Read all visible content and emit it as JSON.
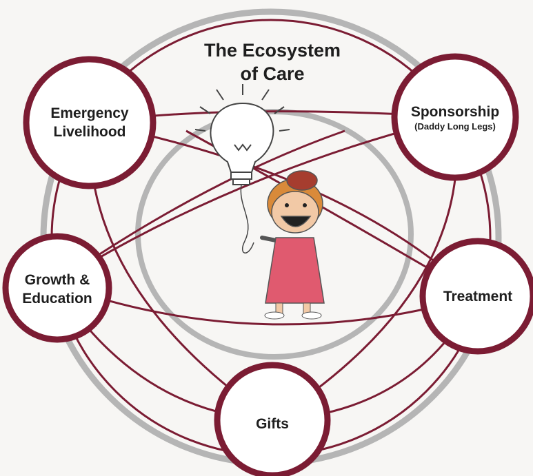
{
  "title_line1": "The Ecosystem",
  "title_line2": "of Care",
  "nodes": {
    "emergency": {
      "line1": "Emergency",
      "line2": "Livelihood"
    },
    "sponsorship": {
      "line1": "Sponsorship",
      "line2": "(Daddy Long Legs)"
    },
    "growth": {
      "line1": "Growth &",
      "line2": "Education"
    },
    "treatment": {
      "line1": "Treatment"
    },
    "gifts": {
      "line1": "Gifts"
    }
  },
  "colors": {
    "node_border": "#7b1c33",
    "connector": "#7b1c33",
    "outer_ring": "#b5b5b5",
    "background": "#f7f6f4",
    "dress": "#e05a6f",
    "hair": "#d98a3a"
  },
  "icons": [
    "lightbulb-balloon-icon",
    "girl-illustration-icon"
  ]
}
